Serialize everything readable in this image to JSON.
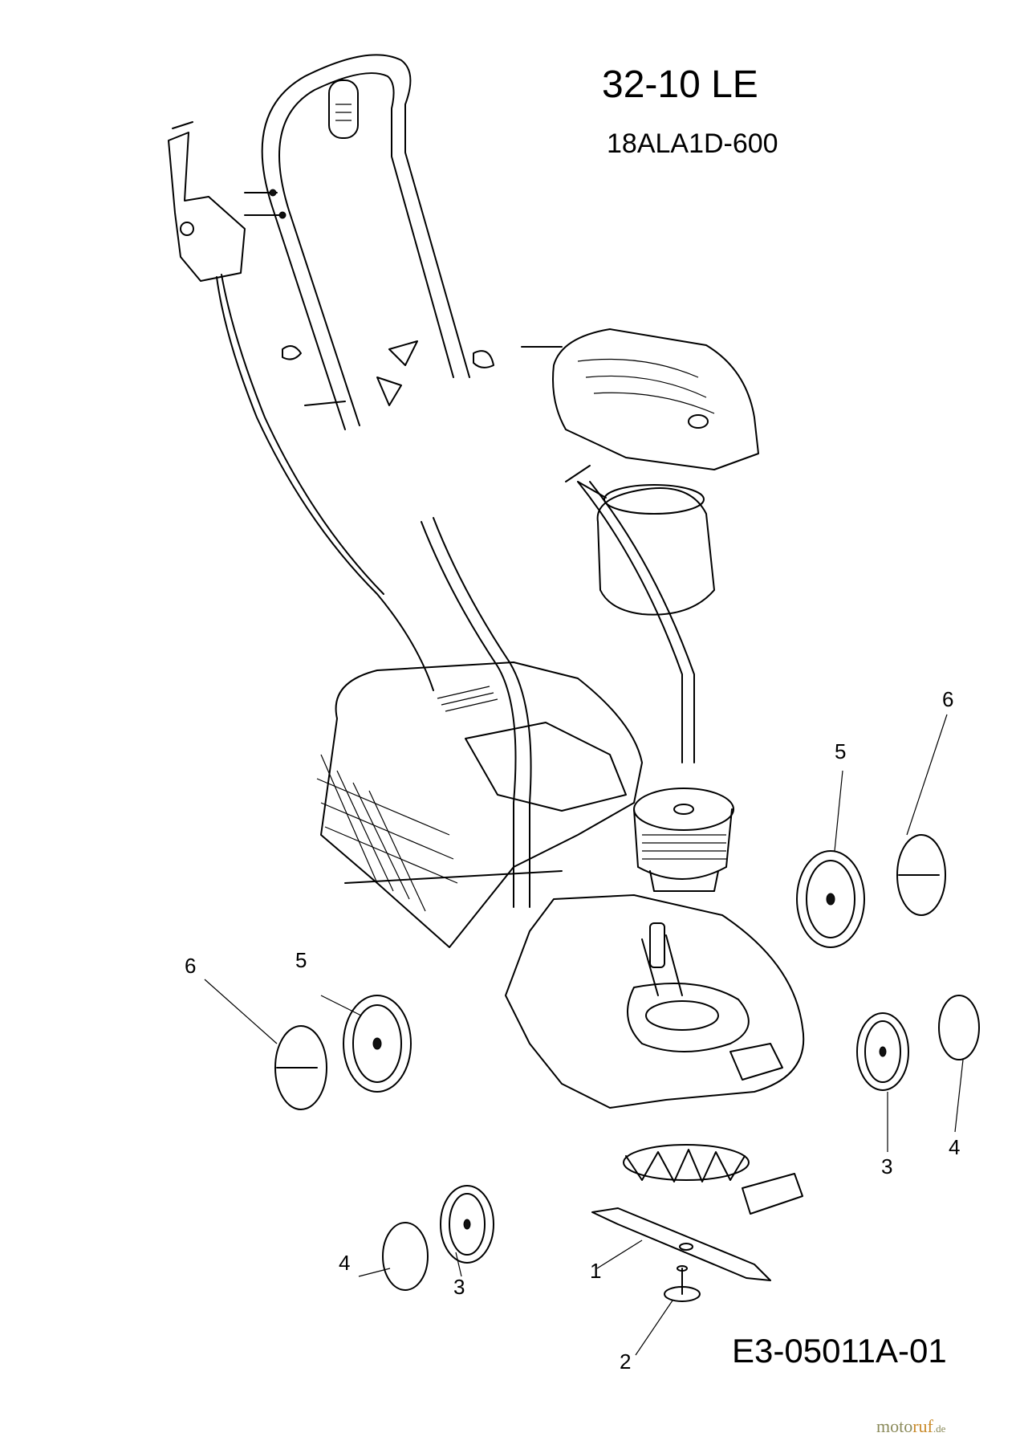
{
  "header": {
    "model_title": "32-10 LE",
    "model_number": "18ALA1D-600"
  },
  "footer": {
    "diagram_code": "E3-05011A-01",
    "watermark_part1": "moto",
    "watermark_part2": "ruf",
    "watermark_suffix": ".de"
  },
  "callouts": [
    {
      "id": "blade",
      "label": "1"
    },
    {
      "id": "blade-adapter",
      "label": "2"
    },
    {
      "id": "wheel-front-right",
      "label": "3"
    },
    {
      "id": "wheel-front-left",
      "label": "3"
    },
    {
      "id": "hubcap-front-right",
      "label": "4"
    },
    {
      "id": "hubcap-front-left",
      "label": "4"
    },
    {
      "id": "wheel-rear-right",
      "label": "5"
    },
    {
      "id": "wheel-rear-left",
      "label": "5"
    },
    {
      "id": "hubcap-rear-right",
      "label": "6"
    },
    {
      "id": "hubcap-rear-left",
      "label": "6"
    }
  ],
  "colors": {
    "line": "#000000",
    "background": "#ffffff",
    "watermark_olive": "#8a8a5a",
    "watermark_orange": "#c98a2a"
  }
}
